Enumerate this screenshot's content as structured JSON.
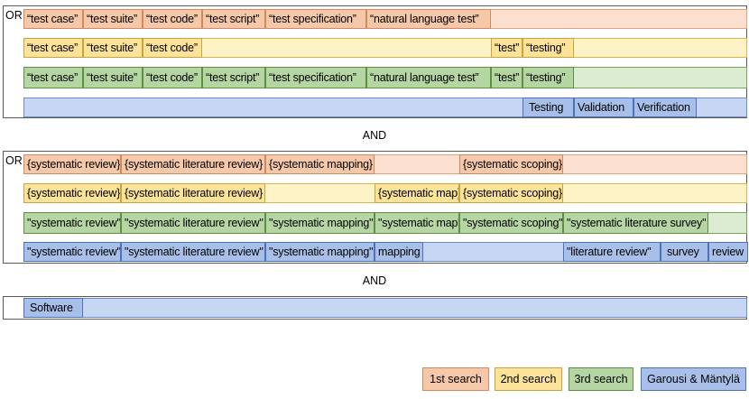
{
  "or_label": "OR",
  "and_label": "AND",
  "group1": {
    "first_search": [
      "“test case”",
      "“test suite”",
      "“test code”",
      "“test script”",
      "“test specification”",
      "“natural language test”"
    ],
    "second_search": [
      "“test case”",
      "“test suite”",
      "“test code”",
      "“test”",
      "“testing”"
    ],
    "third_search": [
      "“test case”",
      "“test suite”",
      "“test code”",
      "“test script”",
      "“test specification”",
      "“natural language test”",
      "“test”",
      "“testing”"
    ],
    "garousi_mantyla": [
      "Testing",
      "Validation",
      "Verification"
    ]
  },
  "group2": {
    "first_search": [
      "{systematic review}",
      "{systematic literature review}",
      "{systematic mapping}",
      "{systematic scoping}"
    ],
    "second_search": [
      "{systematic review}",
      "{systematic literature review}",
      "{systematic map}",
      "{systematic scoping}"
    ],
    "third_search": [
      "\"systematic review\"",
      "\"systematic literature review\"",
      "\"systematic mapping\"",
      "\"systematic map\"",
      "\"systematic scoping\"",
      "\"systematic literature survey\""
    ],
    "garousi_mantyla": [
      "\"systematic review\"",
      "\"systematic literature review\"",
      "\"systematic mapping\"",
      "mapping",
      "\"literature review\"",
      "survey",
      "review"
    ]
  },
  "group3": {
    "garousi_mantyla": [
      "Software"
    ]
  },
  "legend": [
    "1st search",
    "2nd search",
    "3rd search",
    "Garousi & Mäntylä"
  ]
}
